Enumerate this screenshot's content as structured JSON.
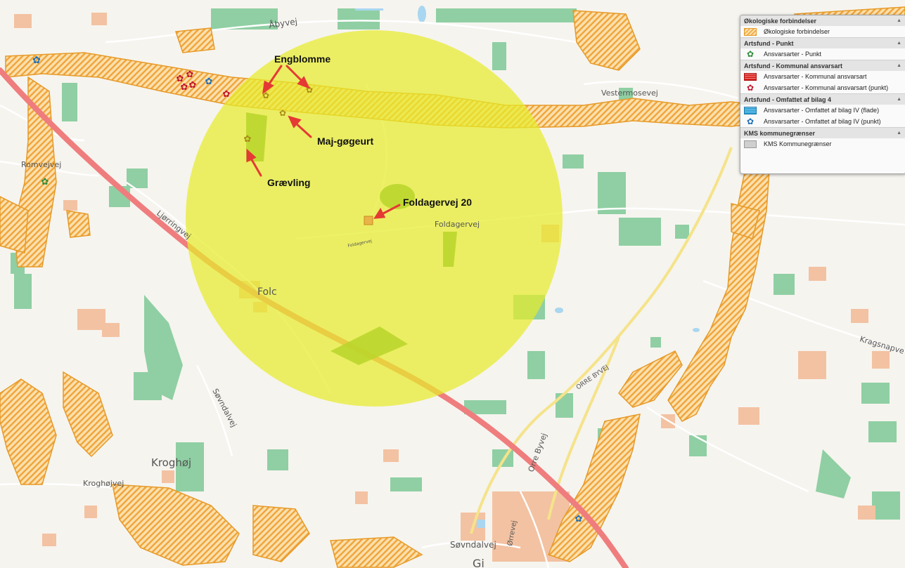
{
  "map": {
    "roads": {
      "aabyvej": "Åbyvej",
      "vestermosevej": "Vestermosevej",
      "romvej": "Romvejvej",
      "ljorringvej": "Ljørringvej",
      "foldagervej": "Foldagervej",
      "foldagervej_small": "Foldagervej",
      "kragsnapvej": "Kragsnapve",
      "orre_byvej_upper": "ORRE BYVEJ",
      "orre_byvej": "Orre Byvej",
      "sovndalvej": "Søvndalvej",
      "kroghojvej": "Krogh​øjvej",
      "sovndalvej_bottom": "Søvndalvej",
      "orrevej": "Ørrevej"
    },
    "places": {
      "folc": "Folc",
      "kroghoj": "Kroghøj",
      "bottom": "Gi"
    },
    "annotations": {
      "engblomme": "Engblomme",
      "maj": "Maj-gøgeurt",
      "graevling": "Grævling",
      "address": "Foldagervej 20"
    },
    "colors": {
      "buffer": "#e6ec2b",
      "highway": "#ef7d7d",
      "corridor": "#f4a83a",
      "forest": "#8fcfa3",
      "residential": "#f3c2a2",
      "arrow": "#e53935"
    }
  },
  "legend": {
    "groups": [
      {
        "title": "Økologiske forbindelser",
        "items": [
          {
            "label": "Økologiske forbindelser",
            "swatch": "hatch"
          }
        ]
      },
      {
        "title": "Artsfund - Punkt",
        "items": [
          {
            "label": "Ansvarsarter - Punkt",
            "swatch": "green-point"
          }
        ]
      },
      {
        "title": "Artsfund - Kommunal ansvarsart",
        "items": [
          {
            "label": "Ansvarsarter - Kommunal ansvarsart",
            "swatch": "red-fill"
          },
          {
            "label": "Ansvarsarter - Kommunal ansvarsart (punkt)",
            "swatch": "red-point"
          }
        ]
      },
      {
        "title": "Artsfund - Omfattet af bilag 4",
        "items": [
          {
            "label": "Ansvarsarter - Omfattet af bilag IV (flade)",
            "swatch": "blue-fill"
          },
          {
            "label": "Ansvarsarter - Omfattet af bilag IV (punkt)",
            "swatch": "blue-point"
          }
        ]
      },
      {
        "title": "KMS kommunegrænser",
        "items": [
          {
            "label": "KMS Kommunegrænser",
            "swatch": "grey"
          }
        ]
      }
    ],
    "caret_icon": "caret-up-icon"
  }
}
